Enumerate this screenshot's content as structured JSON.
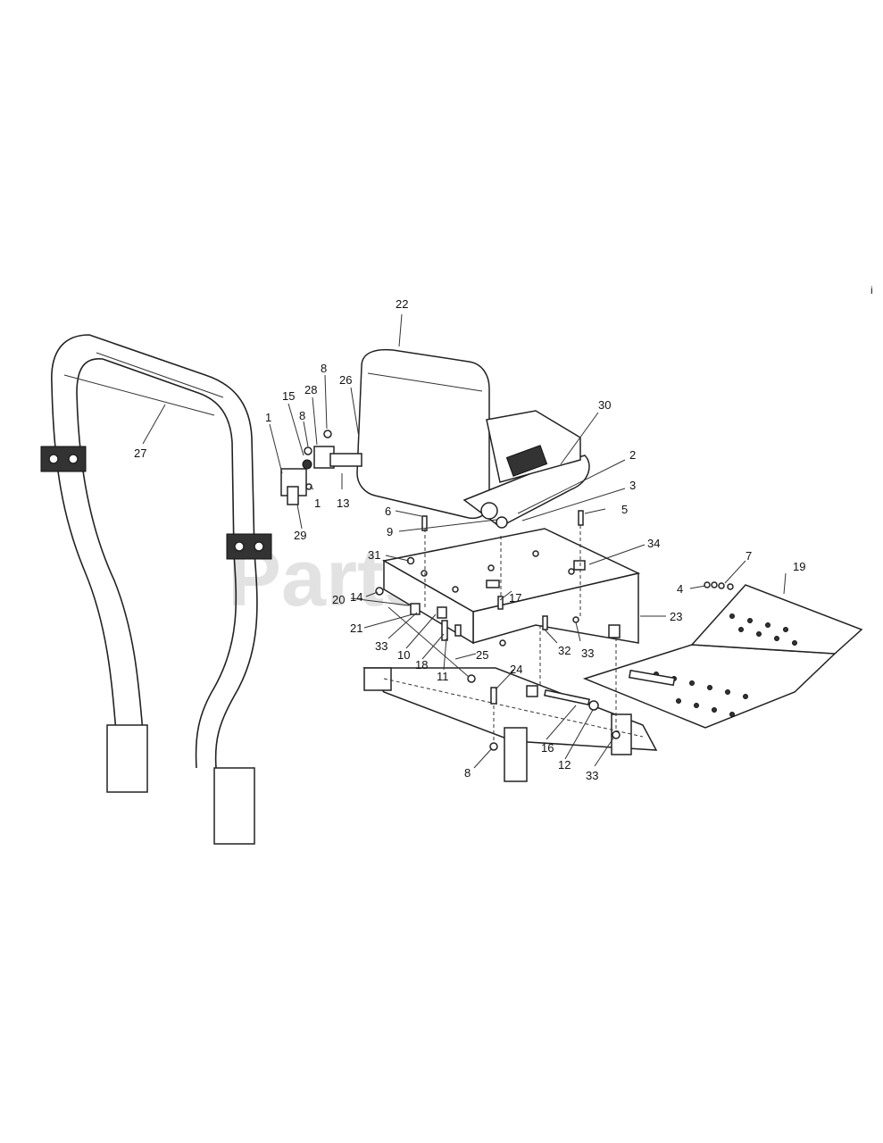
{
  "watermark": "PartsTree",
  "corner_mark": "i",
  "callouts": [
    {
      "id": "c22",
      "text": "22"
    },
    {
      "id": "c27",
      "text": "27"
    },
    {
      "id": "c8a",
      "text": "8"
    },
    {
      "id": "c28",
      "text": "28"
    },
    {
      "id": "c26",
      "text": "26"
    },
    {
      "id": "c15",
      "text": "15"
    },
    {
      "id": "c8b",
      "text": "8"
    },
    {
      "id": "c1a",
      "text": "1"
    },
    {
      "id": "c13",
      "text": "13"
    },
    {
      "id": "c29",
      "text": "29"
    },
    {
      "id": "c1b",
      "text": "1"
    },
    {
      "id": "c30",
      "text": "30"
    },
    {
      "id": "c2",
      "text": "2"
    },
    {
      "id": "c3",
      "text": "3"
    },
    {
      "id": "c6",
      "text": "6"
    },
    {
      "id": "c5",
      "text": "5"
    },
    {
      "id": "c9",
      "text": "9"
    },
    {
      "id": "c34",
      "text": "34"
    },
    {
      "id": "c31",
      "text": "31"
    },
    {
      "id": "c7",
      "text": "7"
    },
    {
      "id": "c19",
      "text": "19"
    },
    {
      "id": "c4",
      "text": "4"
    },
    {
      "id": "c14",
      "text": "14"
    },
    {
      "id": "c20",
      "text": "20"
    },
    {
      "id": "c23",
      "text": "23"
    },
    {
      "id": "c21",
      "text": "21"
    },
    {
      "id": "c33a",
      "text": "33"
    },
    {
      "id": "c17",
      "text": "17"
    },
    {
      "id": "c32",
      "text": "32"
    },
    {
      "id": "c33b",
      "text": "33"
    },
    {
      "id": "c10",
      "text": "10"
    },
    {
      "id": "c25",
      "text": "25"
    },
    {
      "id": "c18",
      "text": "18"
    },
    {
      "id": "c11",
      "text": "11"
    },
    {
      "id": "c24",
      "text": "24"
    },
    {
      "id": "c16",
      "text": "16"
    },
    {
      "id": "c12",
      "text": "12"
    },
    {
      "id": "c8c",
      "text": "8"
    },
    {
      "id": "c33c",
      "text": "33"
    }
  ]
}
